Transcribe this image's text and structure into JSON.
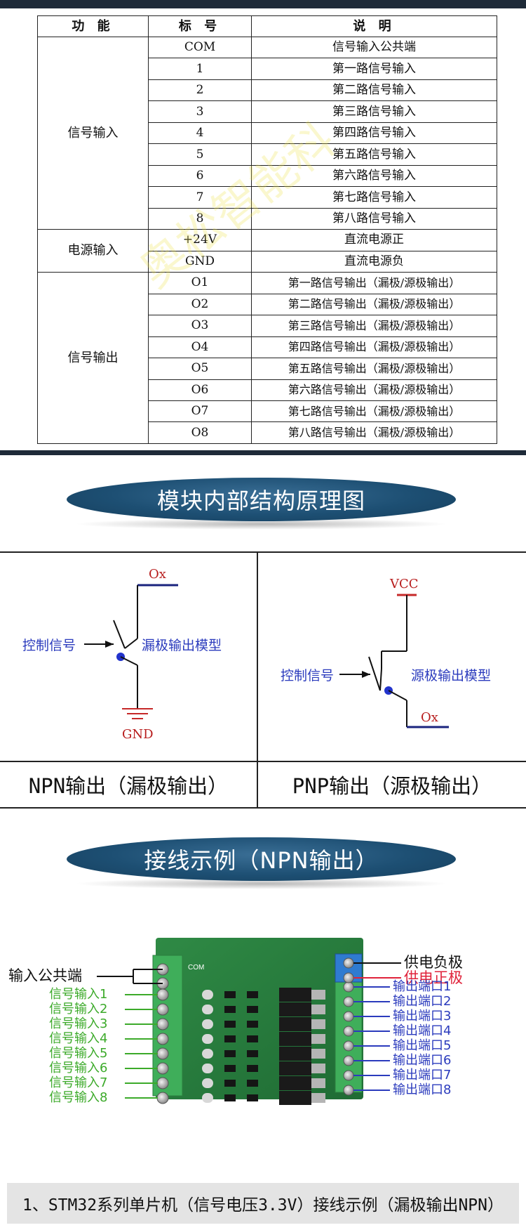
{
  "table": {
    "headers": [
      "功 能",
      "标 号",
      "说 明"
    ],
    "groups": [
      {
        "name": "信号输入",
        "rows": [
          {
            "pin": "COM",
            "desc": "信号输入公共端"
          },
          {
            "pin": "1",
            "desc": "第一路信号输入"
          },
          {
            "pin": "2",
            "desc": "第二路信号输入"
          },
          {
            "pin": "3",
            "desc": "第三路信号输入"
          },
          {
            "pin": "4",
            "desc": "第四路信号输入"
          },
          {
            "pin": "5",
            "desc": "第五路信号输入"
          },
          {
            "pin": "6",
            "desc": "第六路信号输入"
          },
          {
            "pin": "7",
            "desc": "第七路信号输入"
          },
          {
            "pin": "8",
            "desc": "第八路信号输入"
          }
        ]
      },
      {
        "name": "电源输入",
        "rows": [
          {
            "pin": "+24V",
            "desc": "直流电源正"
          },
          {
            "pin": "GND",
            "desc": "直流电源负"
          }
        ]
      },
      {
        "name": "信号输出",
        "rows": [
          {
            "pin": "O1",
            "desc": "第一路信号输出（漏极/源极输出）"
          },
          {
            "pin": "O2",
            "desc": "第二路信号输出（漏极/源极输出）"
          },
          {
            "pin": "O3",
            "desc": "第三路信号输出（漏极/源极输出）"
          },
          {
            "pin": "O4",
            "desc": "第四路信号输出（漏极/源极输出）"
          },
          {
            "pin": "O5",
            "desc": "第五路信号输出（漏极/源极输出）"
          },
          {
            "pin": "O6",
            "desc": "第六路信号输出（漏极/源极输出）"
          },
          {
            "pin": "O7",
            "desc": "第七路信号输出（漏极/源极输出）"
          },
          {
            "pin": "O8",
            "desc": "第八路信号输出（漏极/源极输出）"
          }
        ]
      }
    ]
  },
  "watermark": "奥松智能科",
  "banner1": "模块内部结构原理图",
  "npn": {
    "ox": "Ox",
    "ctrl": "控制信号",
    "model": "漏极输出模型",
    "gnd": "GND",
    "caption": "NPN输出（漏极输出）"
  },
  "pnp": {
    "vcc": "VCC",
    "ctrl": "控制信号",
    "model": "源极输出模型",
    "ox": "Ox",
    "caption": "PNP输出（源极输出）"
  },
  "banner2": "接线示例（NPN输出）",
  "board": {
    "com_label": "输入公共端",
    "input_labels": [
      "信号输入1",
      "信号输入2",
      "信号输入3",
      "信号输入4",
      "信号输入5",
      "信号输入6",
      "信号输入7",
      "信号输入8"
    ],
    "power_neg": "供电负极",
    "power_pos": "供电正极",
    "output_labels": [
      "输出端口1",
      "输出端口2",
      "输出端口3",
      "输出端口4",
      "输出端口5",
      "输出端口6",
      "输出端口7",
      "输出端口8"
    ],
    "silk_com": "COM"
  },
  "footer": "1、STM32系列单片机（信号电压3.3V）接线示例（漏极输出NPN）"
}
